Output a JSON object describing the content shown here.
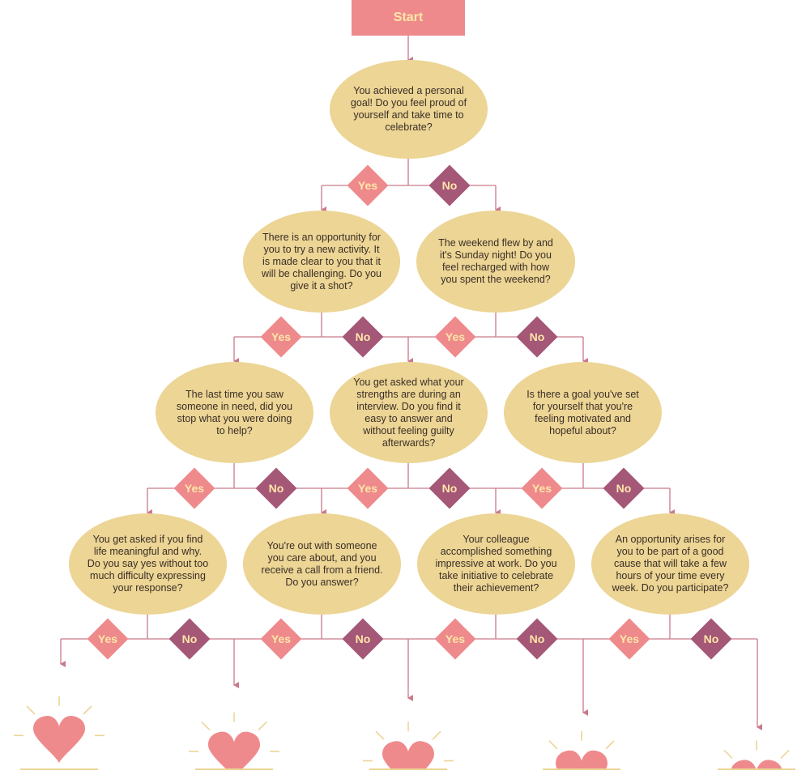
{
  "start": {
    "label": "Start"
  },
  "questions": [
    {
      "text": "You achieved a personal goal! Do you feel proud of yourself and take time to celebrate?"
    },
    {
      "text": "There is an opportunity for you to try a new activity. It is made clear to you that it will be challenging. Do you give it a shot?"
    },
    {
      "text": "The weekend flew by and it's Sunday night! Do you feel recharged with how you spent the weekend?"
    },
    {
      "text": "The last time you saw someone in need, did you stop what you were doing to help?"
    },
    {
      "text": "You get asked what your strengths are during an interview. Do you find it easy to answer and without feeling guilty afterwards?"
    },
    {
      "text": "Is there a goal you've set for yourself that you're feeling motivated and hopeful about?"
    },
    {
      "text": "You get asked if you find life meaningful and why. Do you say yes without too much difficulty expressing your response?"
    },
    {
      "text": "You're out with someone you care about, and you receive a call from a friend. Do you answer?"
    },
    {
      "text": "Your colleague accomplished something impressive at work. Do you take initiative to celebrate their achievement?"
    },
    {
      "text": "An opportunity arises for you to be part of a good cause that will take a few hours of your time every week. Do you participate?"
    }
  ],
  "answers": {
    "yes": "Yes",
    "no": "No"
  },
  "colors": {
    "start": "#ef8a8c",
    "question": "#ecd595",
    "yes": "#ef8a8c",
    "no": "#a55777",
    "connector": "#c97a8a",
    "heart": "#ef8a8c",
    "rays": "#ecd595"
  },
  "results": [
    {
      "icon": "heart-full-icon",
      "fill": 1.0
    },
    {
      "icon": "heart-mostly-full-icon",
      "fill": 0.8
    },
    {
      "icon": "heart-half-icon",
      "fill": 0.6
    },
    {
      "icon": "heart-sinking-icon",
      "fill": 0.4
    },
    {
      "icon": "heart-nearly-gone-icon",
      "fill": 0.2
    }
  ]
}
